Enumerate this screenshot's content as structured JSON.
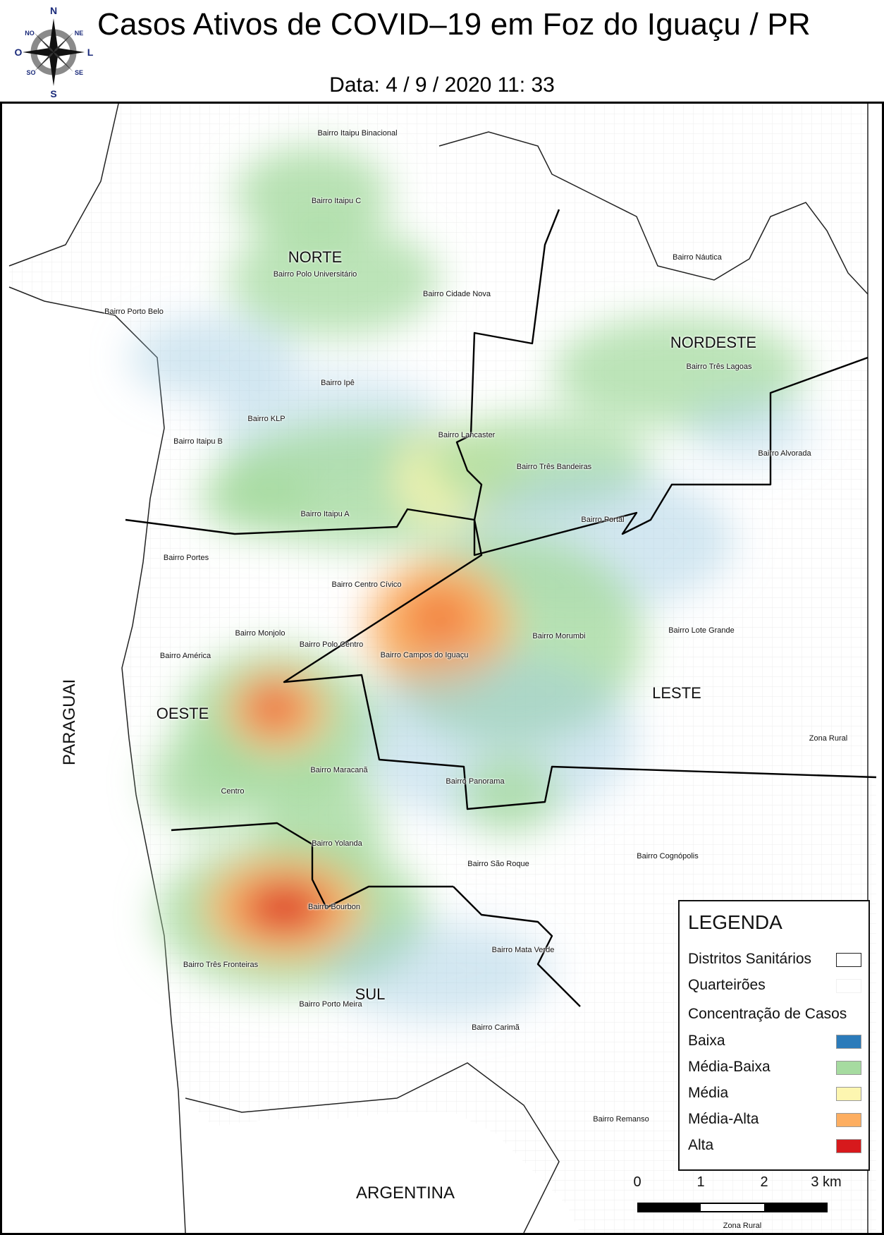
{
  "header": {
    "title": "Casos Ativos de COVID–19 em Foz do Iguaçu / PR",
    "date": "Data: 4 / 9 / 2020 11: 33"
  },
  "compass": {
    "n": "N",
    "s": "S",
    "l": "L",
    "o": "O",
    "ne": "NE",
    "no": "NO",
    "se": "SE",
    "so": "SO"
  },
  "districts": {
    "norte": "NORTE",
    "nordeste": "NORDESTE",
    "leste": "LESTE",
    "oeste": "OESTE",
    "sul": "SUL"
  },
  "countries": {
    "paraguai": "PARAGUAI",
    "argentina": "ARGENTINA"
  },
  "neighborhoods": [
    "Bairro Itaipu Binacional",
    "Bairro Itaipu C",
    "Bairro Polo Universitário",
    "Bairro Cidade Nova",
    "Bairro Náutica",
    "Bairro Porto Belo",
    "Bairro Ipê",
    "Bairro Três Lagoas",
    "Bairro KLP",
    "Bairro Itaipu B",
    "Bairro Lancaster",
    "Bairro Alvorada",
    "Bairro Três Bandeiras",
    "Bairro Itaipu A",
    "Bairro Portal",
    "Bairro Portes",
    "Bairro Centro Cívico",
    "Bairro Lote Grande",
    "Bairro Monjolo",
    "Bairro Morumbi",
    "Bairro Polo Centro",
    "Bairro América",
    "Bairro Campos do Iguaçu",
    "Zona Rural",
    "Bairro Maracanã",
    "Bairro Panorama",
    "Centro",
    "Bairro Yolanda",
    "Bairro Cognópolis",
    "Bairro São Roque",
    "Bairro Bourbon",
    "Bairro Mata Verde",
    "Bairro Três Fronteiras",
    "Bairro Porto Meira",
    "Bairro Carimã",
    "Bairro Remanso",
    "Zona Rural"
  ],
  "legend": {
    "title": "LEGENDA",
    "distritos": "Distritos Sanitários",
    "quarteiroes": "Quarteirões",
    "concentracao": "Concentração de Casos",
    "levels": [
      {
        "label": "Baixa",
        "color": "#2b7bba"
      },
      {
        "label": "Média-Baixa",
        "color": "#a6dba0"
      },
      {
        "label": "Média",
        "color": "#fdf6b0"
      },
      {
        "label": "Média-Alta",
        "color": "#fdae61"
      },
      {
        "label": "Alta",
        "color": "#d7191c"
      }
    ]
  },
  "scale": {
    "ticks": [
      "0",
      "1",
      "2",
      "3 km"
    ]
  }
}
